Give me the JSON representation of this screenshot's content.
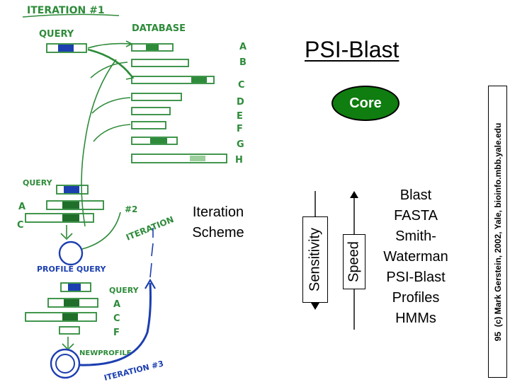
{
  "slide": {
    "title": "PSI-Blast",
    "core_label": "Core",
    "scheme_lines": [
      "Iteration",
      "Scheme"
    ],
    "methods": [
      "Blast",
      "FASTA",
      "Smith-",
      "Waterman",
      "PSI-Blast",
      "Profiles",
      "HMMs"
    ],
    "sensitivity_label": "Sensitivity",
    "speed_label": "Speed",
    "credit": {
      "page_number": "95",
      "text": "(c) Mark Gerstein, 2002, Yale, bioinfo.mbb.yale.edu"
    }
  },
  "sketch": {
    "header": "ITERATION #1",
    "query_label": "QUERY",
    "database_label": "DATABASE",
    "db_letters": [
      "A",
      "B",
      "C",
      "D",
      "E",
      "F",
      "G",
      "H"
    ],
    "query2_label": "QUERY",
    "rows2_letters": [
      "A",
      "C"
    ],
    "iteration2_label": [
      "#2",
      "ITERATION"
    ],
    "profile_query_label": "PROFILE QUERY",
    "query3_label": "QUERY",
    "rows3_letters": [
      "A",
      "C",
      "F"
    ],
    "new_profile_label": "NEWPROFILE",
    "iteration3_label": "ITERATION #3"
  },
  "colors": {
    "core_fill": "#0f7d0f",
    "sketch_green": "#2e8b3a",
    "sketch_blue": "#1c3fb0"
  }
}
